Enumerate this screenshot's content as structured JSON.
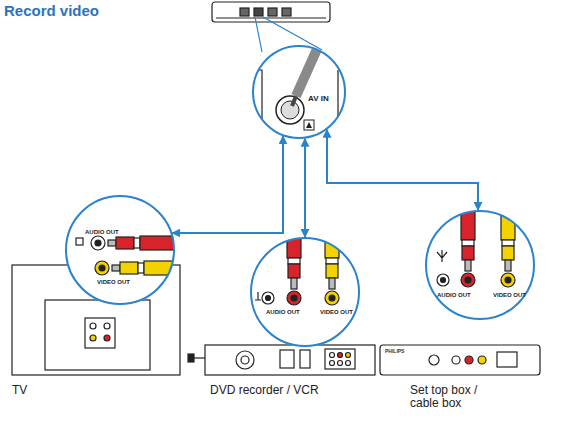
{
  "diagram": {
    "title": "Record video",
    "nodes": [
      {
        "text": [
          "AV IN"
        ]
      },
      {
        "text": [
          "AUDIO OUT",
          "VIDEO OUT"
        ]
      },
      {
        "text": [
          "AUDIO OUT",
          "VIDEO OUT"
        ]
      },
      {
        "text": [
          "AUDIO OUT",
          "VIDEO OUT"
        ]
      },
      {
        "text": [
          "TV"
        ]
      },
      {
        "text": [
          "DVD recorder / VCR"
        ]
      },
      {
        "text": [
          "Set top box / cable box"
        ]
      }
    ],
    "edges": [
      {
        "from": 0,
        "to": 1,
        "arrow": "both"
      },
      {
        "from": 0,
        "to": 2,
        "arrow": "both"
      },
      {
        "from": 0,
        "to": 3,
        "arrow": "both"
      }
    ],
    "labels": [
      "PHILIPS"
    ]
  }
}
